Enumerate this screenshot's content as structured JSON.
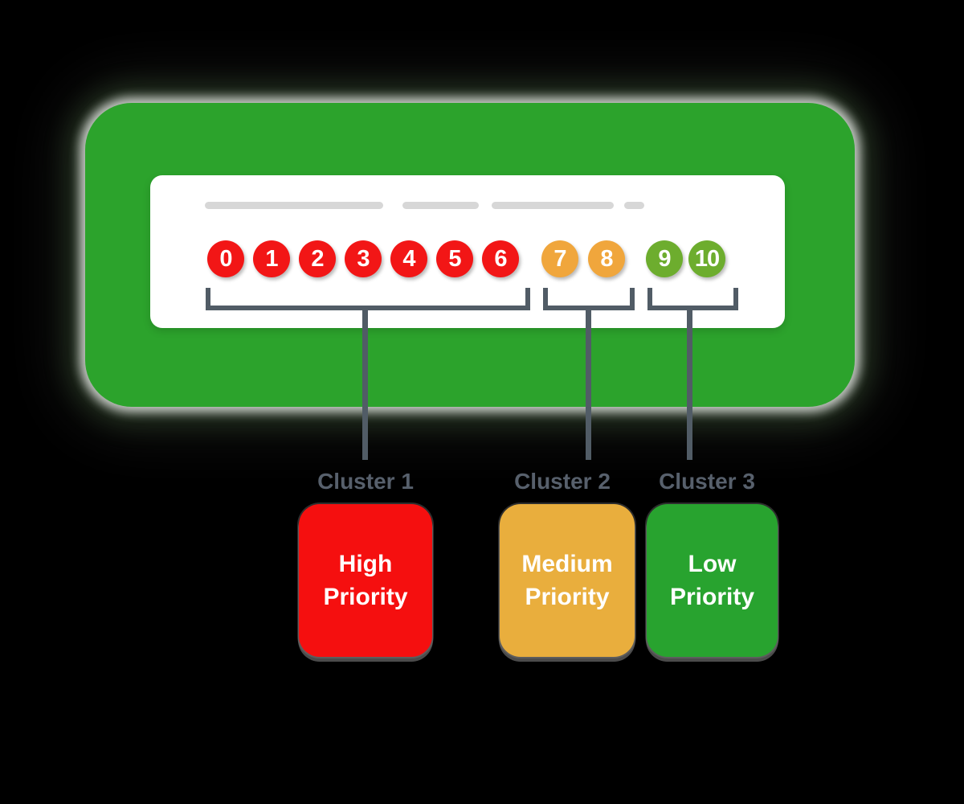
{
  "scale": {
    "items": [
      {
        "value": "0",
        "cluster": "1"
      },
      {
        "value": "1",
        "cluster": "1"
      },
      {
        "value": "2",
        "cluster": "1"
      },
      {
        "value": "3",
        "cluster": "1"
      },
      {
        "value": "4",
        "cluster": "1"
      },
      {
        "value": "5",
        "cluster": "1"
      },
      {
        "value": "6",
        "cluster": "1"
      },
      {
        "value": "7",
        "cluster": "2"
      },
      {
        "value": "8",
        "cluster": "2"
      },
      {
        "value": "9",
        "cluster": "3"
      },
      {
        "value": "10",
        "cluster": "3"
      }
    ]
  },
  "clusters": [
    {
      "name": "Cluster 1",
      "priority": "High Priority",
      "color": "#f50f0f"
    },
    {
      "name": "Cluster 2",
      "priority": "Medium Priority",
      "color": "#e9ae3d"
    },
    {
      "name": "Cluster 3",
      "priority": "Low Priority",
      "color": "#28a32f"
    }
  ],
  "colors": {
    "background": "#000000",
    "panel_green": "#2ca32c",
    "card_white": "#ffffff",
    "circle_red": "#f21616",
    "circle_amber": "#f0a63c",
    "circle_lime": "#6dad2e",
    "connector_slate": "#515c66",
    "label_slate": "#57606c",
    "skeleton_gray": "#d7d7d7"
  }
}
